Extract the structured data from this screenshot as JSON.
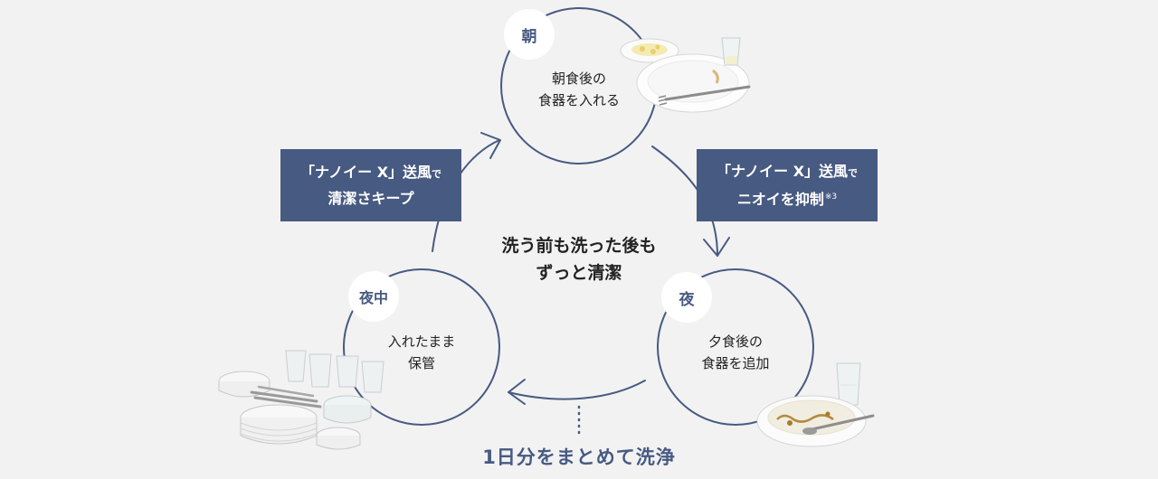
{
  "stages": {
    "morning": {
      "badge": "朝",
      "line1": "朝食後の",
      "line2": "食器を入れる",
      "icon": "breakfast-dishes-icon"
    },
    "night": {
      "badge": "夜",
      "line1": "夕食後の",
      "line2": "食器を追加",
      "icon": "dinner-dishes-icon"
    },
    "midnight": {
      "badge": "夜中",
      "line1": "入れたまま",
      "line2": "保管",
      "icon": "stacked-dishes-icon"
    }
  },
  "callouts": {
    "left": {
      "brand": "「ナノイー X」送風",
      "particle": "で",
      "line2": "清潔さキープ"
    },
    "right": {
      "brand": "「ナノイー X」送風",
      "particle": "で",
      "line2": "ニオイを抑制",
      "note": "※3"
    }
  },
  "center": {
    "line1": "洗う前も洗った後も",
    "line2": "ずっと清潔"
  },
  "bottom": {
    "label": "1日分をまとめて洗浄"
  },
  "colors": {
    "accent": "#475a82",
    "background": "#f2f2f2",
    "badge_bg": "#ffffff"
  }
}
